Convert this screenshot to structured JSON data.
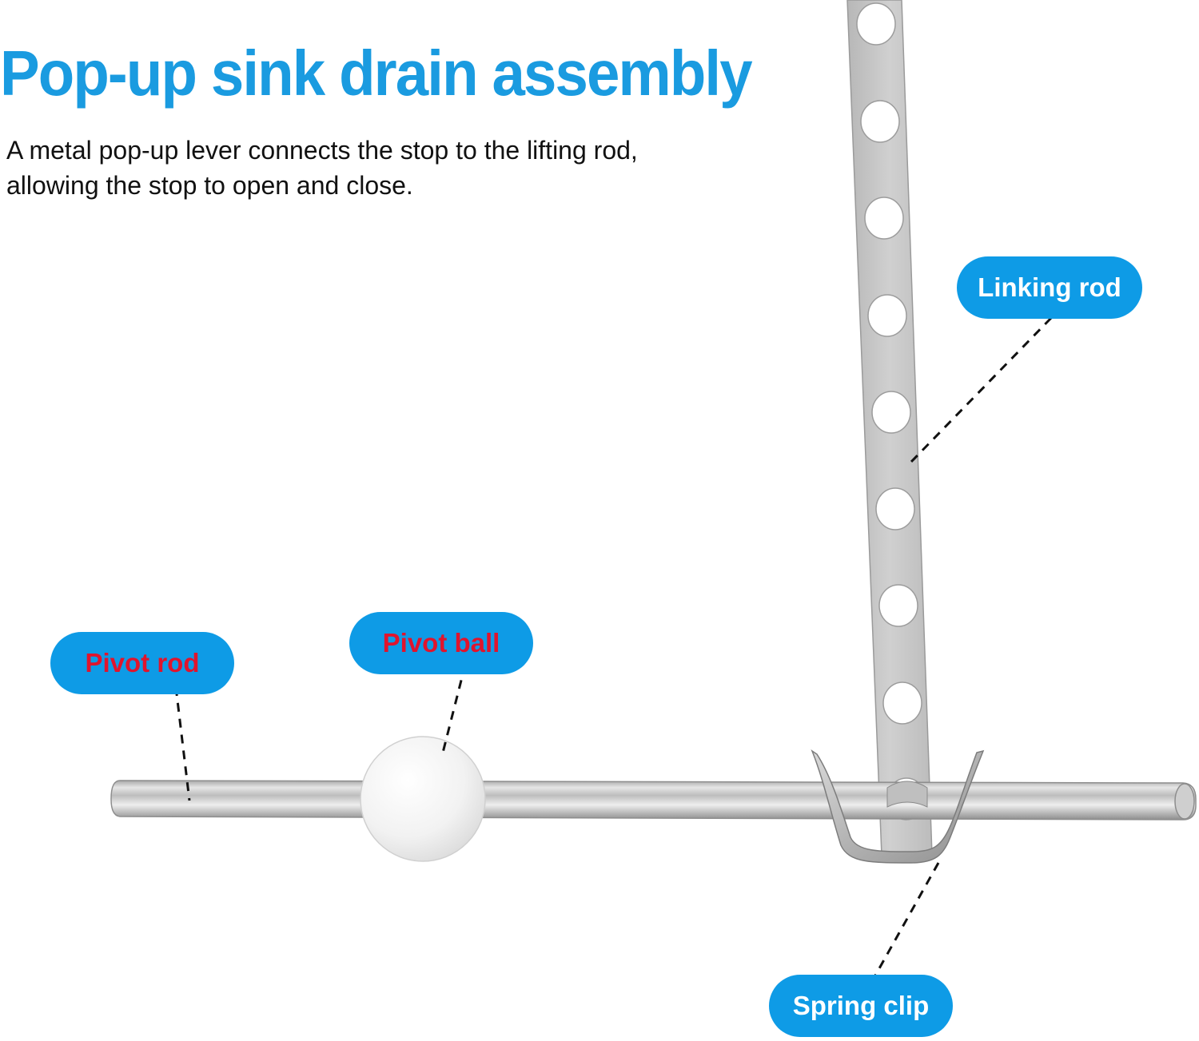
{
  "title": "Pop-up sink drain assembly",
  "description_lines": [
    "A metal pop-up lever connects the stop to the lifting rod,",
    "allowing the stop to open and close."
  ],
  "labels": {
    "linking_rod": "Linking rod",
    "pivot_ball": "Pivot ball",
    "pivot_rod": "Pivot rod",
    "spring_clip": "Spring clip"
  },
  "colors": {
    "title": "#1a9be0",
    "pill_fill": "#0e9be6",
    "pill_text_white": "#ffffff",
    "pill_text_red": "#e0142d",
    "metal": "#c9c9c9",
    "leader_line": "#111111"
  }
}
